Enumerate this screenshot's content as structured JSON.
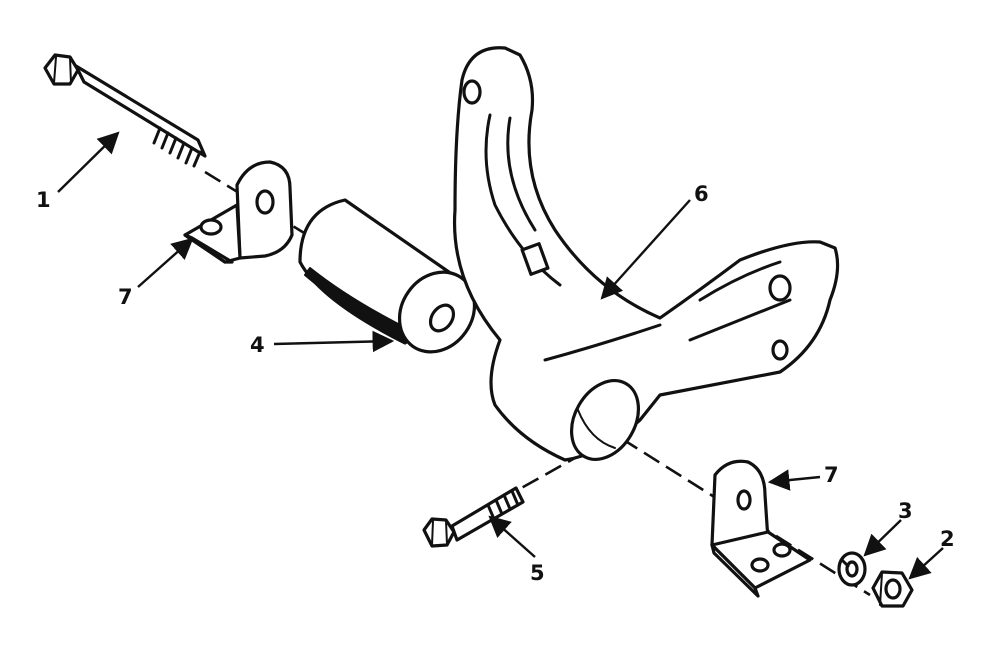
{
  "diagram": {
    "callouts": [
      {
        "id": "c1a",
        "label": "1"
      },
      {
        "id": "c7a",
        "label": "7"
      },
      {
        "id": "c4",
        "label": "4"
      },
      {
        "id": "c6",
        "label": "6"
      },
      {
        "id": "c7b",
        "label": "7"
      },
      {
        "id": "c5",
        "label": "5"
      },
      {
        "id": "c3",
        "label": "3"
      },
      {
        "id": "c2",
        "label": "2"
      }
    ],
    "colors": {
      "ink": "#111111",
      "paper": "#ffffff"
    }
  }
}
